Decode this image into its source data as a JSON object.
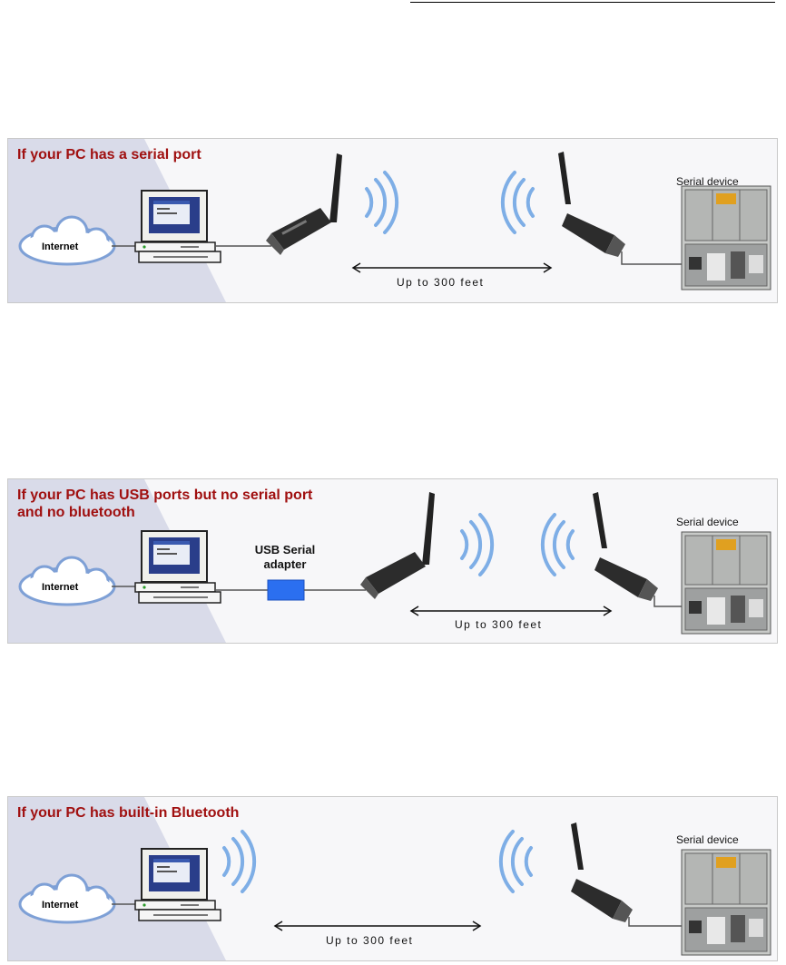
{
  "panels": [
    {
      "title": "If your PC has a serial port",
      "internet_label": "Internet",
      "device_label": "Serial device",
      "range_label": "Up to 300 feet"
    },
    {
      "title": "If your PC has USB ports but no serial port and no bluetooth",
      "internet_label": "Internet",
      "adapter_label": "USB Serial adapter",
      "device_label": "Serial device",
      "range_label": "Up to 300 feet"
    },
    {
      "title": "If your PC has built-in Bluetooth",
      "internet_label": "Internet",
      "device_label": "Serial device",
      "range_label": "Up to 300 feet"
    }
  ],
  "colors": {
    "title": "#a01010",
    "adapter_box": "#2b6ff0",
    "shade": "#d9dbe9",
    "radio_waves": "#7eaee6"
  }
}
